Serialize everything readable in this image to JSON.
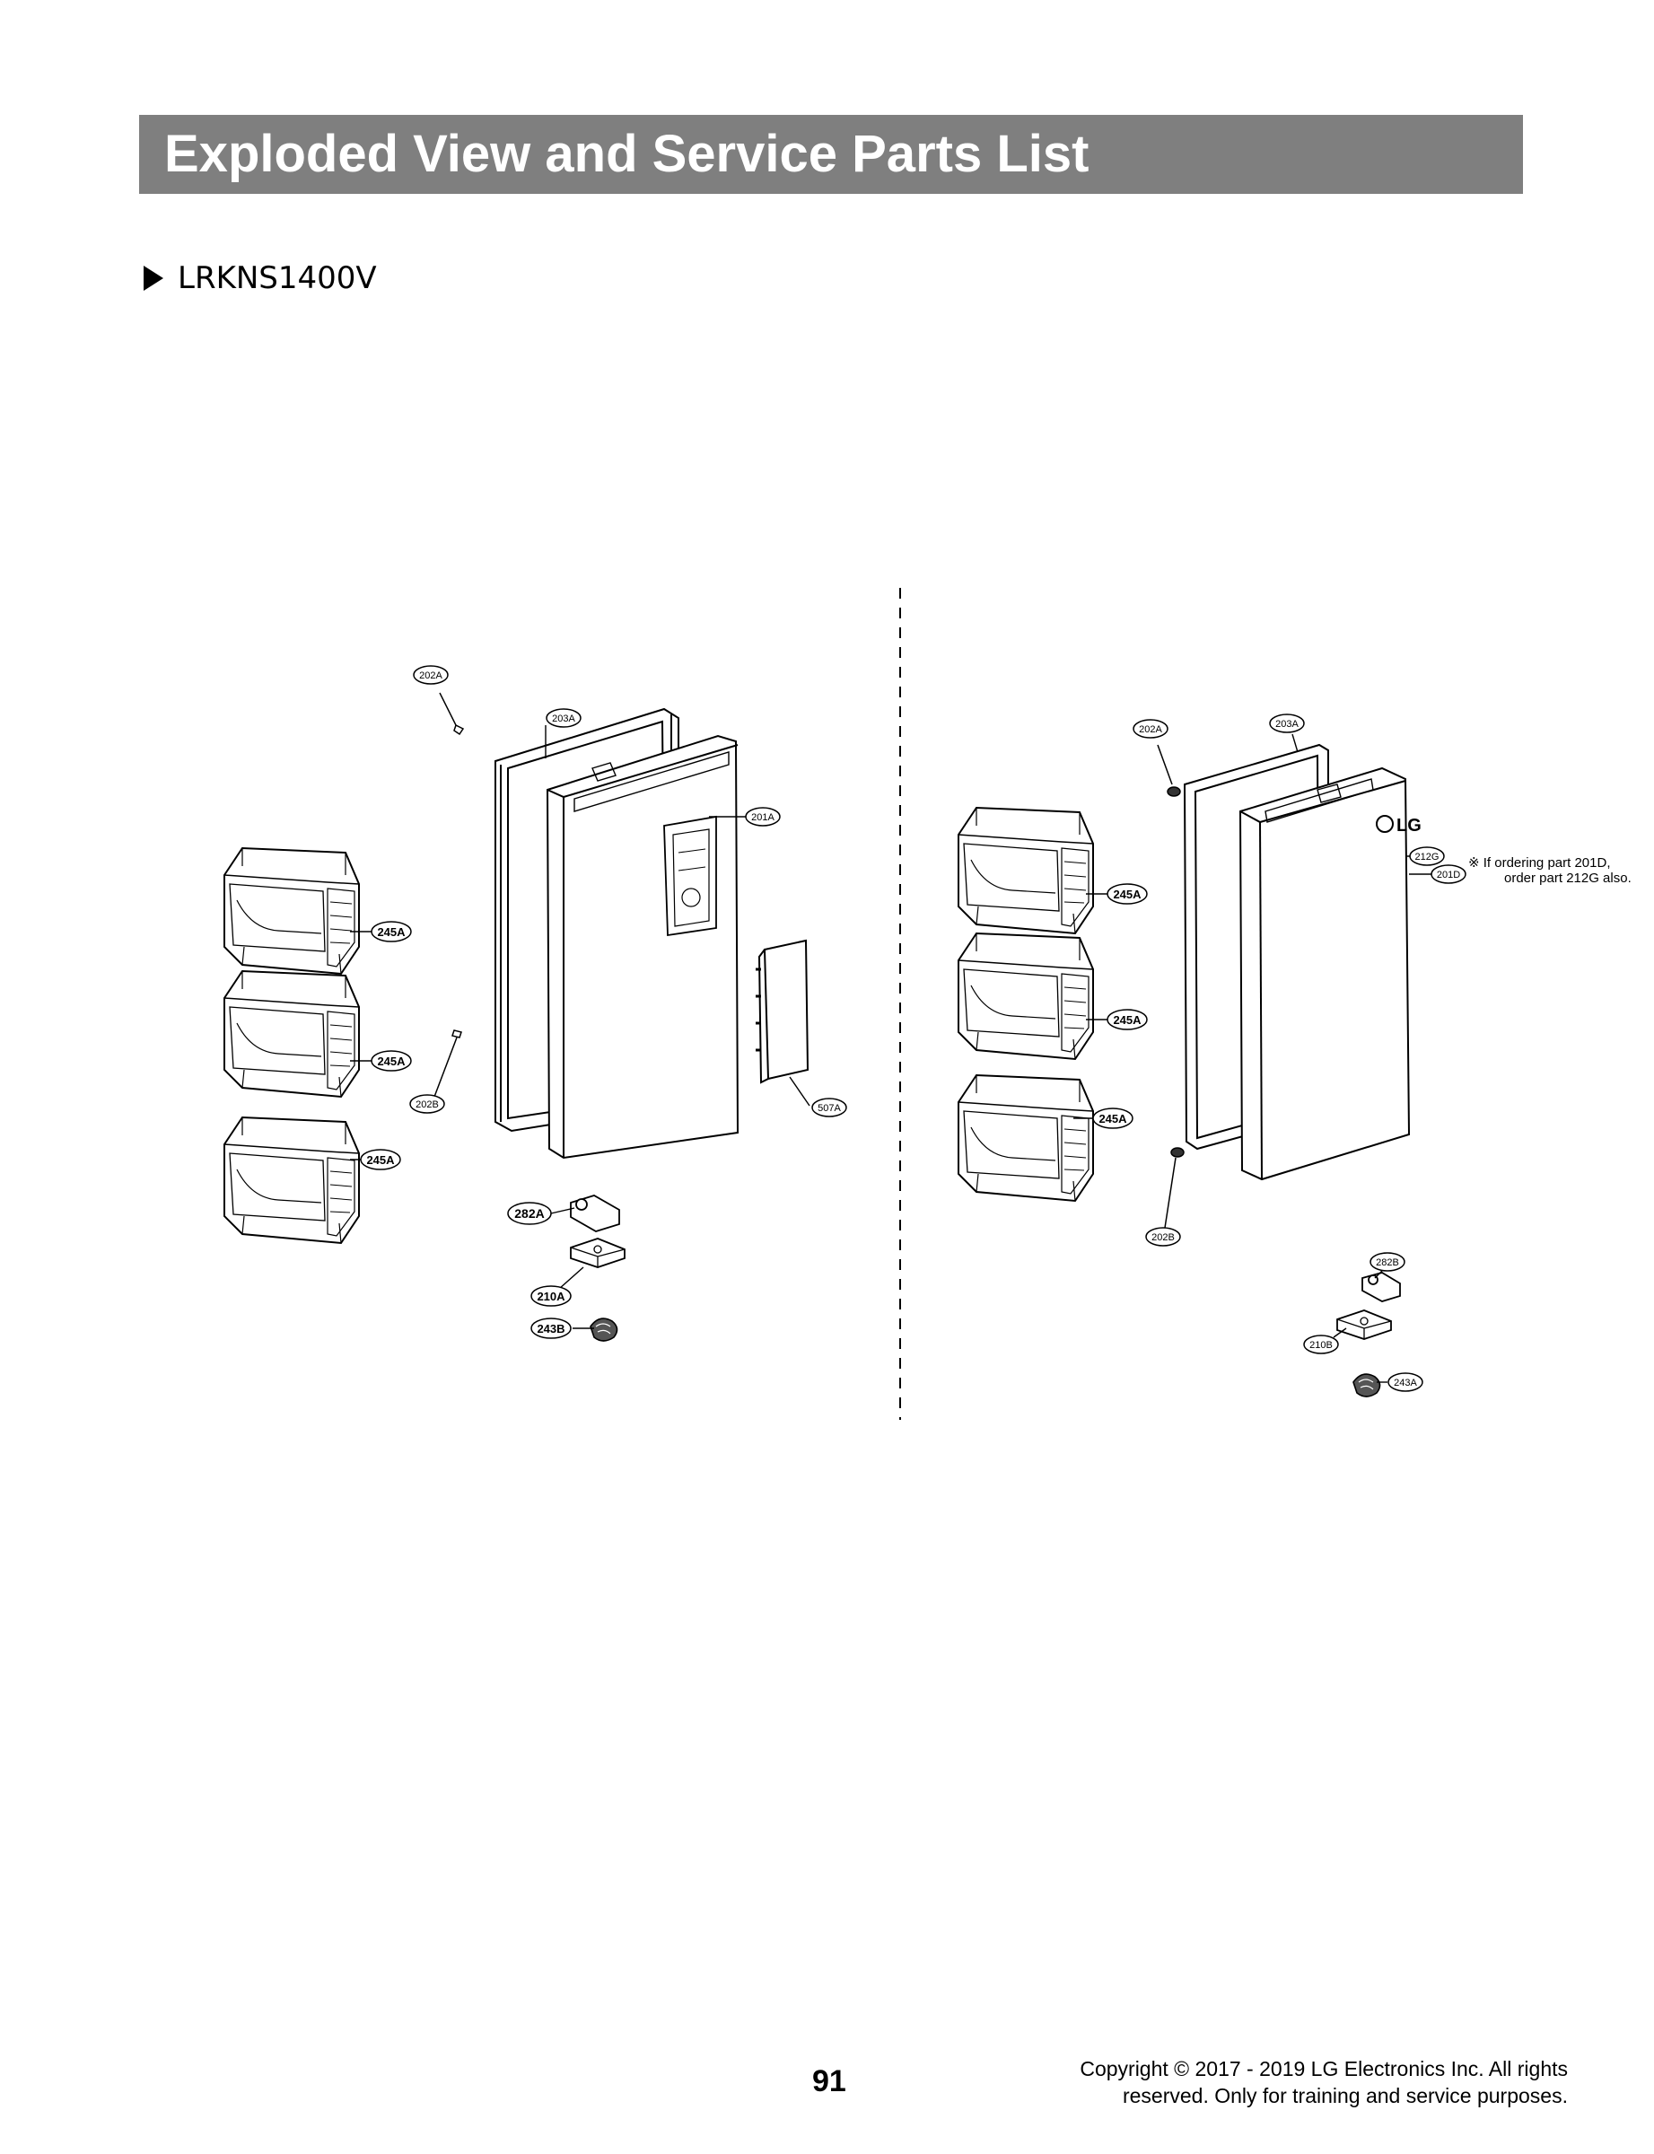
{
  "header": {
    "title": "Exploded View and Service Parts List"
  },
  "model": {
    "name": "LRKNS1400V"
  },
  "note": {
    "line1": "※ If ordering part 201D,",
    "line2": "order part 212G also."
  },
  "brand_logo": "LG",
  "left_callouts": [
    {
      "id": "202A"
    },
    {
      "id": "203A"
    },
    {
      "id": "201A"
    },
    {
      "id": "245A"
    },
    {
      "id": "245A"
    },
    {
      "id": "202B"
    },
    {
      "id": "507A"
    },
    {
      "id": "245A"
    },
    {
      "id": "282A"
    },
    {
      "id": "210A"
    },
    {
      "id": "243B"
    }
  ],
  "right_callouts": [
    {
      "id": "202A"
    },
    {
      "id": "203A"
    },
    {
      "id": "212G"
    },
    {
      "id": "201D"
    },
    {
      "id": "245A"
    },
    {
      "id": "245A"
    },
    {
      "id": "245A"
    },
    {
      "id": "202B"
    },
    {
      "id": "282B"
    },
    {
      "id": "210B"
    },
    {
      "id": "243A"
    }
  ],
  "footer": {
    "page_number": "91",
    "copyright_line1": "Copyright © 2017 - 2019 LG Electronics Inc. All rights",
    "copyright_line2": "reserved. Only for training and service purposes."
  },
  "colors": {
    "header_bar": "#7f7f7f",
    "header_text": "#ffffff",
    "line_art": "#000000"
  }
}
